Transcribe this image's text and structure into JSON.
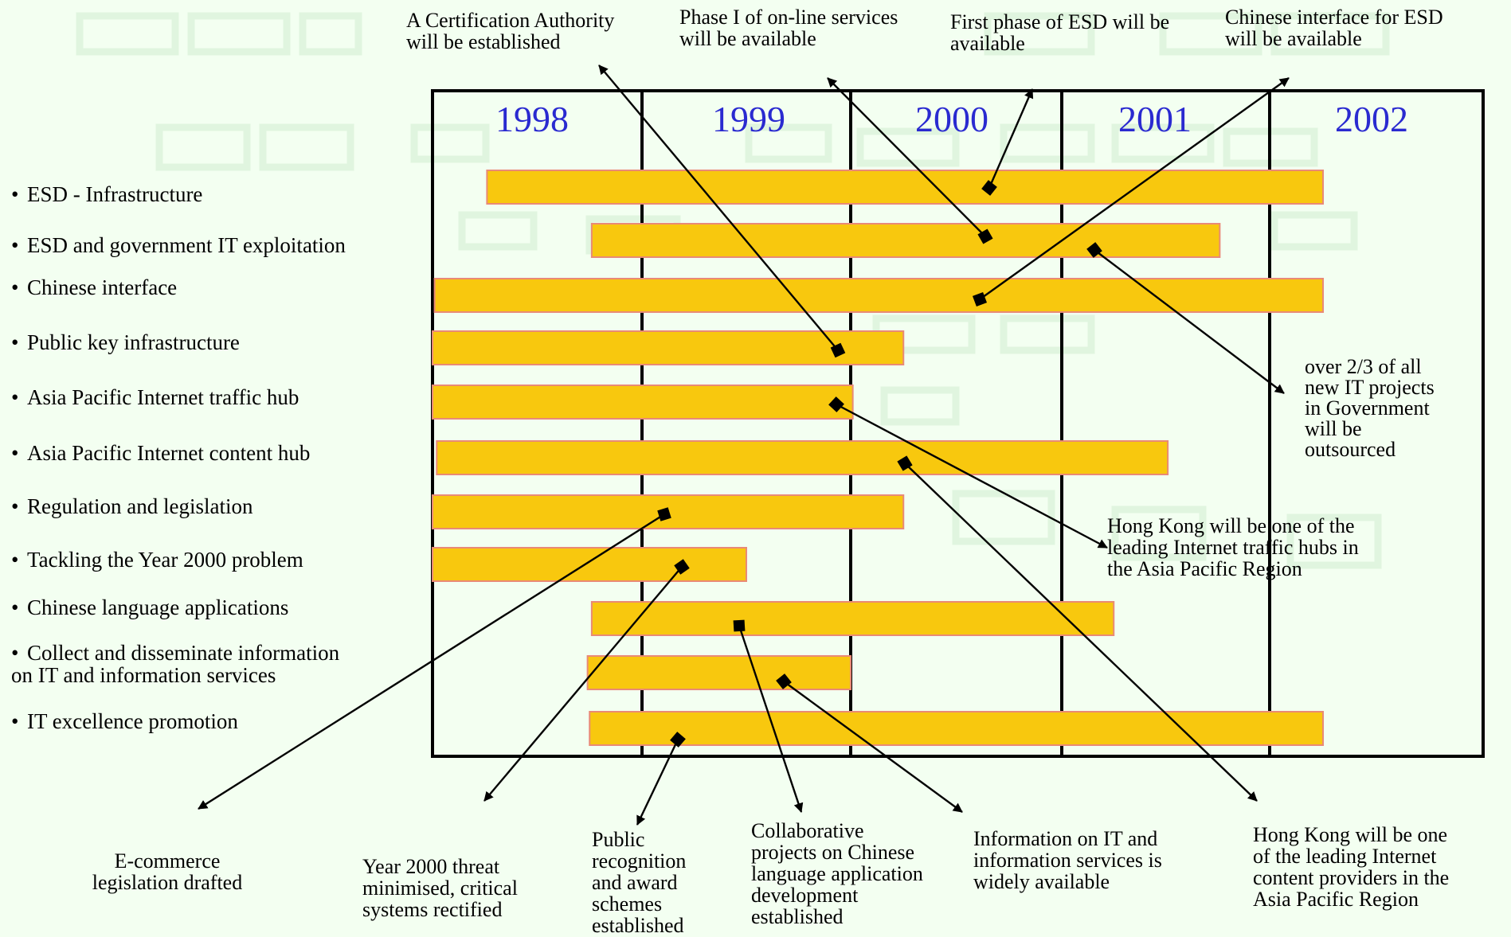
{
  "years": [
    "1998",
    "1999",
    "2000",
    "2001",
    "2002"
  ],
  "tasks": [
    {
      "label": "ESD - Infrastructure",
      "start": 1998.26,
      "end": 2002.25
    },
    {
      "label": "ESD and government IT exploitation",
      "start": 1998.76,
      "end": 2001.76
    },
    {
      "label": "Chinese interface",
      "start": 1998.01,
      "end": 2002.25
    },
    {
      "label": "Public key infrastructure",
      "start": 1998.0,
      "end": 2000.25
    },
    {
      "label": "Asia Pacific Internet traffic hub",
      "start": 1998.0,
      "end": 2000.01
    },
    {
      "label": "Asia Pacific Internet content hub",
      "start": 1998.02,
      "end": 2001.51
    },
    {
      "label": "Regulation and legislation",
      "start": 1998.0,
      "end": 2000.25
    },
    {
      "label": "Tackling the Year 2000 problem",
      "start": 1998.0,
      "end": 1999.5
    },
    {
      "label": "Chinese language applications",
      "start": 1998.76,
      "end": 2001.25
    },
    {
      "label": "Collect and disseminate information\non IT and information services",
      "start": 1998.74,
      "end": 2000.0
    },
    {
      "label": "IT excellence promotion",
      "start": 1998.75,
      "end": 2002.25
    }
  ],
  "milestones": [
    {
      "text": "A Certification Authority\nwill be established"
    },
    {
      "text": "Phase I of on-line services\nwill be available"
    },
    {
      "text": "First phase of ESD will be\navailable"
    },
    {
      "text": "Chinese interface for ESD\nwill be available"
    },
    {
      "text": "over 2/3 of all\nnew IT projects\nin Government\nwill  be\noutsourced"
    },
    {
      "text": "Hong Kong will be one of the\nleading Internet traffic hubs in\nthe Asia Pacific Region"
    },
    {
      "text": "E-commerce\nlegislation drafted"
    },
    {
      "text": "Year 2000 threat\nminimised, critical\nsystems rectified"
    },
    {
      "text": "Public\nrecognition\nand award\nschemes\nestablished"
    },
    {
      "text": "Collaborative\nprojects on Chinese\nlanguage application\ndevelopment\nestablished"
    },
    {
      "text": "Information on IT and\ninformation services is\nwidely available"
    },
    {
      "text": "Hong Kong will be one\nof the leading Internet\ncontent providers in the\nAsia Pacific Region"
    }
  ],
  "colors": {
    "bar_fill": "#f8c80e",
    "bar_stroke": "#e98a76",
    "year_text": "#2a2ad0",
    "background": "#f3fff1",
    "decor": "#e2f6e2"
  }
}
